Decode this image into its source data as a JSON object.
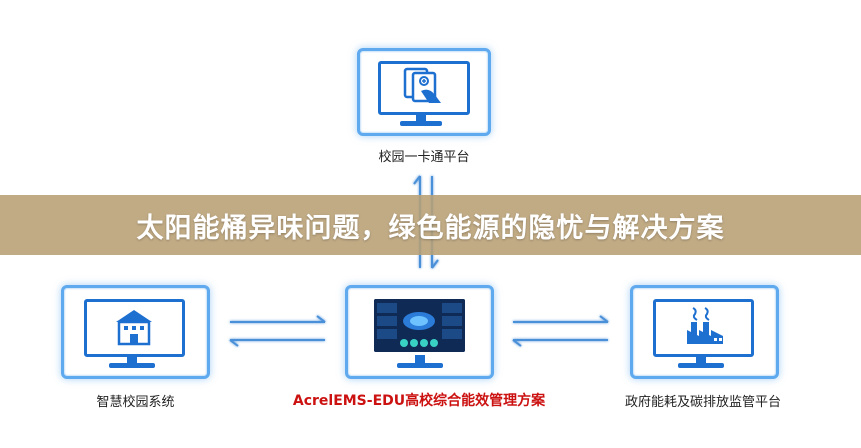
{
  "banner": {
    "title": "太阳能桶异味问题，绿色能源的隐忧与解决方案"
  },
  "nodes": {
    "top": {
      "label": "校园一卡通平台",
      "icon": "card-terminal-icon"
    },
    "left": {
      "label": "智慧校园系统",
      "icon": "school-building-icon"
    },
    "center": {
      "label": "AcrelEMS-EDU高校综合能效管理方案",
      "icon": "dashboard-screen-icon"
    },
    "right": {
      "label": "政府能耗及碳排放监管平台",
      "icon": "factory-icon"
    }
  },
  "colors": {
    "monitor_border": "#5fa9ee",
    "screen_border": "#1d6fd0",
    "arrow": "#4a90d9",
    "accent_label": "#cc1111",
    "banner_bg": "#b89f74"
  }
}
